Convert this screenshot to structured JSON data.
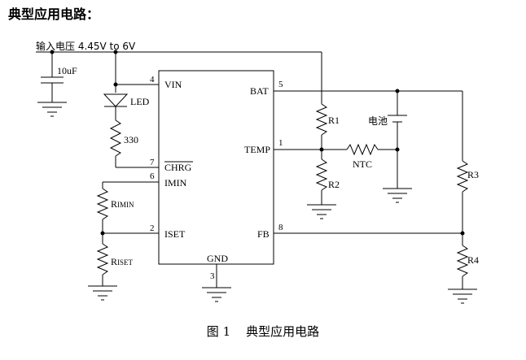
{
  "heading": "典型应用电路：",
  "caption": "图 1    典型应用电路",
  "input_label": "输入电压 4.45V to 6V",
  "components": {
    "c_in": "10uF",
    "led": "LED",
    "r_led": "330",
    "r1": "R1",
    "r2": "R2",
    "r3": "R3",
    "r4": "R4",
    "ntc": "NTC",
    "battery": "电池",
    "rimin_main": "R",
    "rimin_sub": "IMIN",
    "riset_main": "R",
    "riset_sub": "ISET"
  },
  "chip": {
    "pins": [
      {
        "name": "VIN",
        "num": "4"
      },
      {
        "name": "CHRG",
        "num": "7"
      },
      {
        "name": "IMIN",
        "num": "6"
      },
      {
        "name": "ISET",
        "num": "2"
      },
      {
        "name": "BAT",
        "num": "5"
      },
      {
        "name": "TEMP",
        "num": "1"
      },
      {
        "name": "FB",
        "num": "8"
      },
      {
        "name": "GND",
        "num": "3"
      }
    ]
  }
}
